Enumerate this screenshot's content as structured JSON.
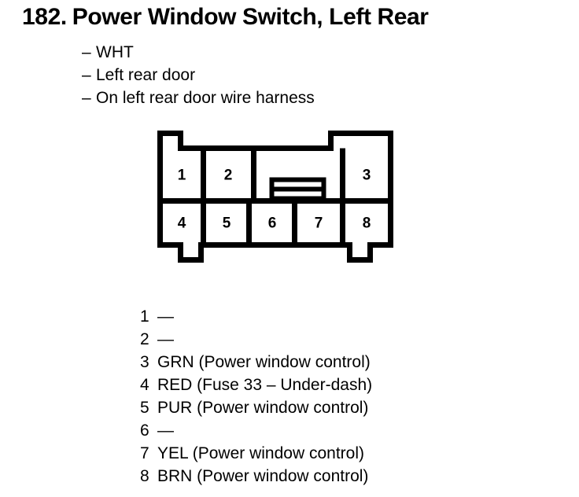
{
  "title": {
    "number": "182.",
    "name": "Power Window Switch, Left Rear"
  },
  "description": {
    "dash": "–",
    "items": [
      "WHT",
      "Left rear door",
      "On left rear door wire harness"
    ]
  },
  "connector": {
    "top_row": [
      {
        "id": "1",
        "label": "1"
      },
      {
        "id": "2",
        "label": "2"
      },
      {
        "id": "3",
        "label": "3"
      }
    ],
    "bottom_row": [
      {
        "id": "4",
        "label": "4"
      },
      {
        "id": "5",
        "label": "5"
      },
      {
        "id": "6",
        "label": "6"
      },
      {
        "id": "7",
        "label": "7"
      },
      {
        "id": "8",
        "label": "8"
      }
    ],
    "stroke_color": "#000000",
    "fill_color": "#ffffff"
  },
  "pin_list": [
    {
      "number": "1",
      "description": "—"
    },
    {
      "number": "2",
      "description": "—"
    },
    {
      "number": "3",
      "description": "GRN (Power window control)"
    },
    {
      "number": "4",
      "description": "RED (Fuse 33 – Under-dash)"
    },
    {
      "number": "5",
      "description": "PUR (Power window control)"
    },
    {
      "number": "6",
      "description": "—"
    },
    {
      "number": "7",
      "description": "YEL (Power window control)"
    },
    {
      "number": "8",
      "description": "BRN (Power window control)"
    }
  ]
}
